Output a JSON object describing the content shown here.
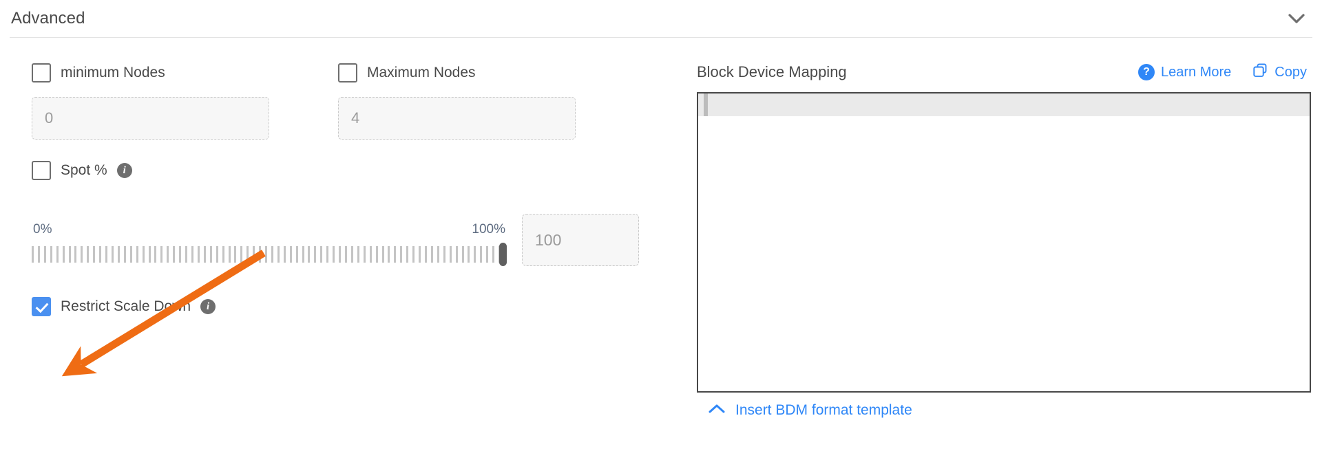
{
  "section": {
    "title": "Advanced",
    "collapse_icon": "chevron-down-icon"
  },
  "left_panel": {
    "min_nodes": {
      "label": "minimum Nodes",
      "checked": false,
      "input_placeholder": "0",
      "input_value": ""
    },
    "max_nodes": {
      "label": "Maximum Nodes",
      "checked": false,
      "input_placeholder": "4",
      "input_value": ""
    },
    "spot": {
      "label": "Spot %",
      "checked": false,
      "info_icon": "info-icon",
      "info_glyph": "i"
    },
    "slider": {
      "min_label": "0%",
      "max_label": "100%",
      "value_placeholder": "100",
      "value": "",
      "thumb_percent": 100,
      "tick_count": 78
    },
    "restrict_scale_down": {
      "label": "Restrict Scale Down",
      "checked": true,
      "info_icon": "info-icon",
      "info_glyph": "i"
    }
  },
  "right_panel": {
    "title": "Block Device Mapping",
    "learn_more": {
      "label": "Learn More",
      "icon": "question-circle-icon",
      "icon_glyph": "?"
    },
    "copy": {
      "label": "Copy",
      "icon": "copy-icon"
    },
    "editor": {
      "content": "",
      "active_line": true
    },
    "insert_template": {
      "label": "Insert BDM format template",
      "icon": "chevron-up-icon"
    }
  },
  "annotation": {
    "type": "arrow",
    "color": "#ef6c14",
    "points_to": "restrict-scale-down-checkbox"
  },
  "colors": {
    "accent_blue": "#2f87f7",
    "checkbox_blue": "#4a90f0",
    "annotation_orange": "#ef6c14",
    "text_gray": "#4a4a4a",
    "placeholder_gray": "#9b9b9b"
  }
}
